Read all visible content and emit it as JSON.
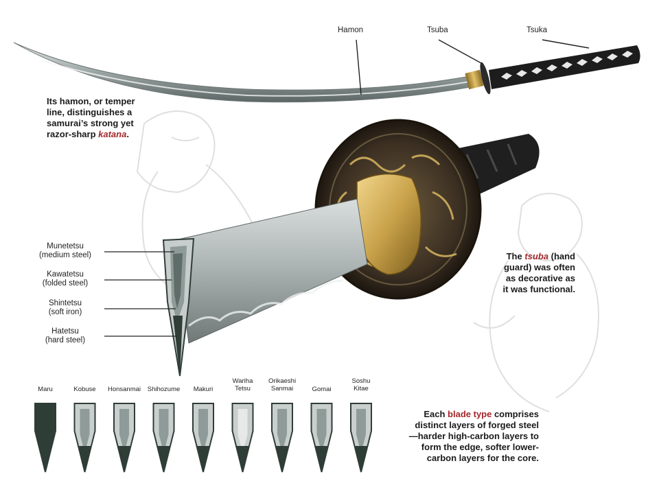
{
  "parts": {
    "hamon": "Hamon",
    "tsuba": "Tsuba",
    "tsuka": "Tsuka"
  },
  "captions": {
    "hamon_lines": [
      "Its hamon, or temper",
      "line, distinguishes a",
      "samurai’s strong yet",
      "razor-sharp "
    ],
    "hamon_term": "katana",
    "hamon_end": ".",
    "tsuba_pre": "The ",
    "tsuba_term": "tsuba",
    "tsuba_post": " (hand",
    "tsuba_lines": [
      "guard) was often",
      "as decorative as",
      "it was functional."
    ],
    "blade_pre": "Each ",
    "blade_term": "blade type",
    "blade_post": " comprises",
    "blade_lines": [
      "distinct layers of forged steel",
      "—harder high-carbon layers to",
      "form the edge, softer lower-",
      "carbon layers for the core."
    ]
  },
  "layers": [
    {
      "name": "Munetetsu",
      "desc": "(medium steel)"
    },
    {
      "name": "Kawatetsu",
      "desc": "(folded steel)"
    },
    {
      "name": "Shintetsu",
      "desc": "(soft iron)"
    },
    {
      "name": "Hatetsu",
      "desc": "(hard steel)"
    }
  ],
  "blade_types": [
    {
      "label": [
        "Maru"
      ],
      "icon": "maru-blade-icon"
    },
    {
      "label": [
        "Kobuse"
      ],
      "icon": "kobuse-blade-icon"
    },
    {
      "label": [
        "Honsanmai"
      ],
      "icon": "honsanmai-blade-icon"
    },
    {
      "label": [
        "Shihozume"
      ],
      "icon": "shihozume-blade-icon"
    },
    {
      "label": [
        "Makuri"
      ],
      "icon": "makuri-blade-icon"
    },
    {
      "label": [
        "Wariha",
        "Tetsu"
      ],
      "icon": "wariha-tetsu-blade-icon"
    },
    {
      "label": [
        "Orikaeshi",
        "Sanmai"
      ],
      "icon": "orikaeshi-sanmai-blade-icon"
    },
    {
      "label": [
        "Gomai"
      ],
      "icon": "gomai-blade-icon"
    },
    {
      "label": [
        "Soshu",
        "Kitae"
      ],
      "icon": "soshu-kitae-blade-icon"
    }
  ],
  "colors": {
    "accent": "#a3262a",
    "steel_dark": "#2f3d37",
    "steel_light": "#c9cfcd",
    "brass": "#c9a24a"
  }
}
